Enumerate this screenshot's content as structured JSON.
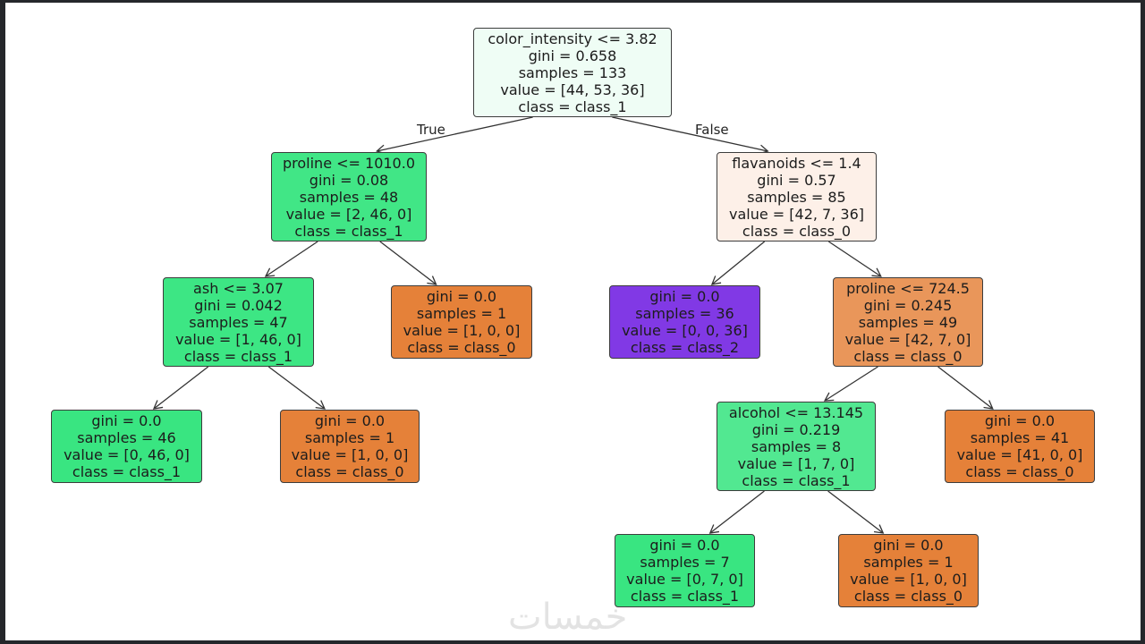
{
  "diagram": {
    "type": "decision-tree",
    "edge_labels": {
      "true": "True",
      "false": "False"
    },
    "class_colors": {
      "class_0": "#e58139",
      "class_1": "#39e581",
      "class_2": "#8139e5"
    },
    "nodes": [
      {
        "id": "root",
        "parent": null,
        "lines": [
          "color_intensity <= 3.82",
          "gini = 0.658",
          "samples = 133",
          "value = [44, 53, 36]",
          "class = class_1"
        ],
        "fill": "#effdf5"
      },
      {
        "id": "n1",
        "parent": "root",
        "lines": [
          "proline <= 1010.0",
          "gini = 0.08",
          "samples = 48",
          "value = [2, 46, 0]",
          "class = class_1"
        ],
        "fill": "#41e686"
      },
      {
        "id": "n2",
        "parent": "root",
        "lines": [
          "flavanoids <= 1.4",
          "gini = 0.57",
          "samples = 85",
          "value = [42, 7, 36]",
          "class = class_0"
        ],
        "fill": "#fdf0e8"
      },
      {
        "id": "n3",
        "parent": "n1",
        "lines": [
          "ash <= 3.07",
          "gini = 0.042",
          "samples = 47",
          "value = [1, 46, 0]",
          "class = class_1"
        ],
        "fill": "#3de684"
      },
      {
        "id": "n4",
        "parent": "n1",
        "lines": [
          "gini = 0.0",
          "samples = 1",
          "value = [1, 0, 0]",
          "class = class_0"
        ],
        "fill": "#e58139"
      },
      {
        "id": "n5",
        "parent": "n2",
        "lines": [
          "gini = 0.0",
          "samples = 36",
          "value = [0, 0, 36]",
          "class = class_2"
        ],
        "fill": "#8139e5"
      },
      {
        "id": "n6",
        "parent": "n2",
        "lines": [
          "proline <= 724.5",
          "gini = 0.245",
          "samples = 49",
          "value = [42, 7, 0]",
          "class = class_0"
        ],
        "fill": "#e9965a"
      },
      {
        "id": "n7",
        "parent": "n3",
        "lines": [
          "gini = 0.0",
          "samples = 46",
          "value = [0, 46, 0]",
          "class = class_1"
        ],
        "fill": "#39e581"
      },
      {
        "id": "n8",
        "parent": "n3",
        "lines": [
          "gini = 0.0",
          "samples = 1",
          "value = [1, 0, 0]",
          "class = class_0"
        ],
        "fill": "#e58139"
      },
      {
        "id": "n9",
        "parent": "n6",
        "lines": [
          "alcohol <= 13.145",
          "gini = 0.219",
          "samples = 8",
          "value = [1, 7, 0]",
          "class = class_1"
        ],
        "fill": "#52e891"
      },
      {
        "id": "n10",
        "parent": "n6",
        "lines": [
          "gini = 0.0",
          "samples = 41",
          "value = [41, 0, 0]",
          "class = class_0"
        ],
        "fill": "#e58139"
      },
      {
        "id": "n11",
        "parent": "n9",
        "lines": [
          "gini = 0.0",
          "samples = 7",
          "value = [0, 7, 0]",
          "class = class_1"
        ],
        "fill": "#39e581"
      },
      {
        "id": "n12",
        "parent": "n9",
        "lines": [
          "gini = 0.0",
          "samples = 1",
          "value = [1, 0, 0]",
          "class = class_0"
        ],
        "fill": "#e58139"
      }
    ]
  },
  "watermark": "خمسات"
}
